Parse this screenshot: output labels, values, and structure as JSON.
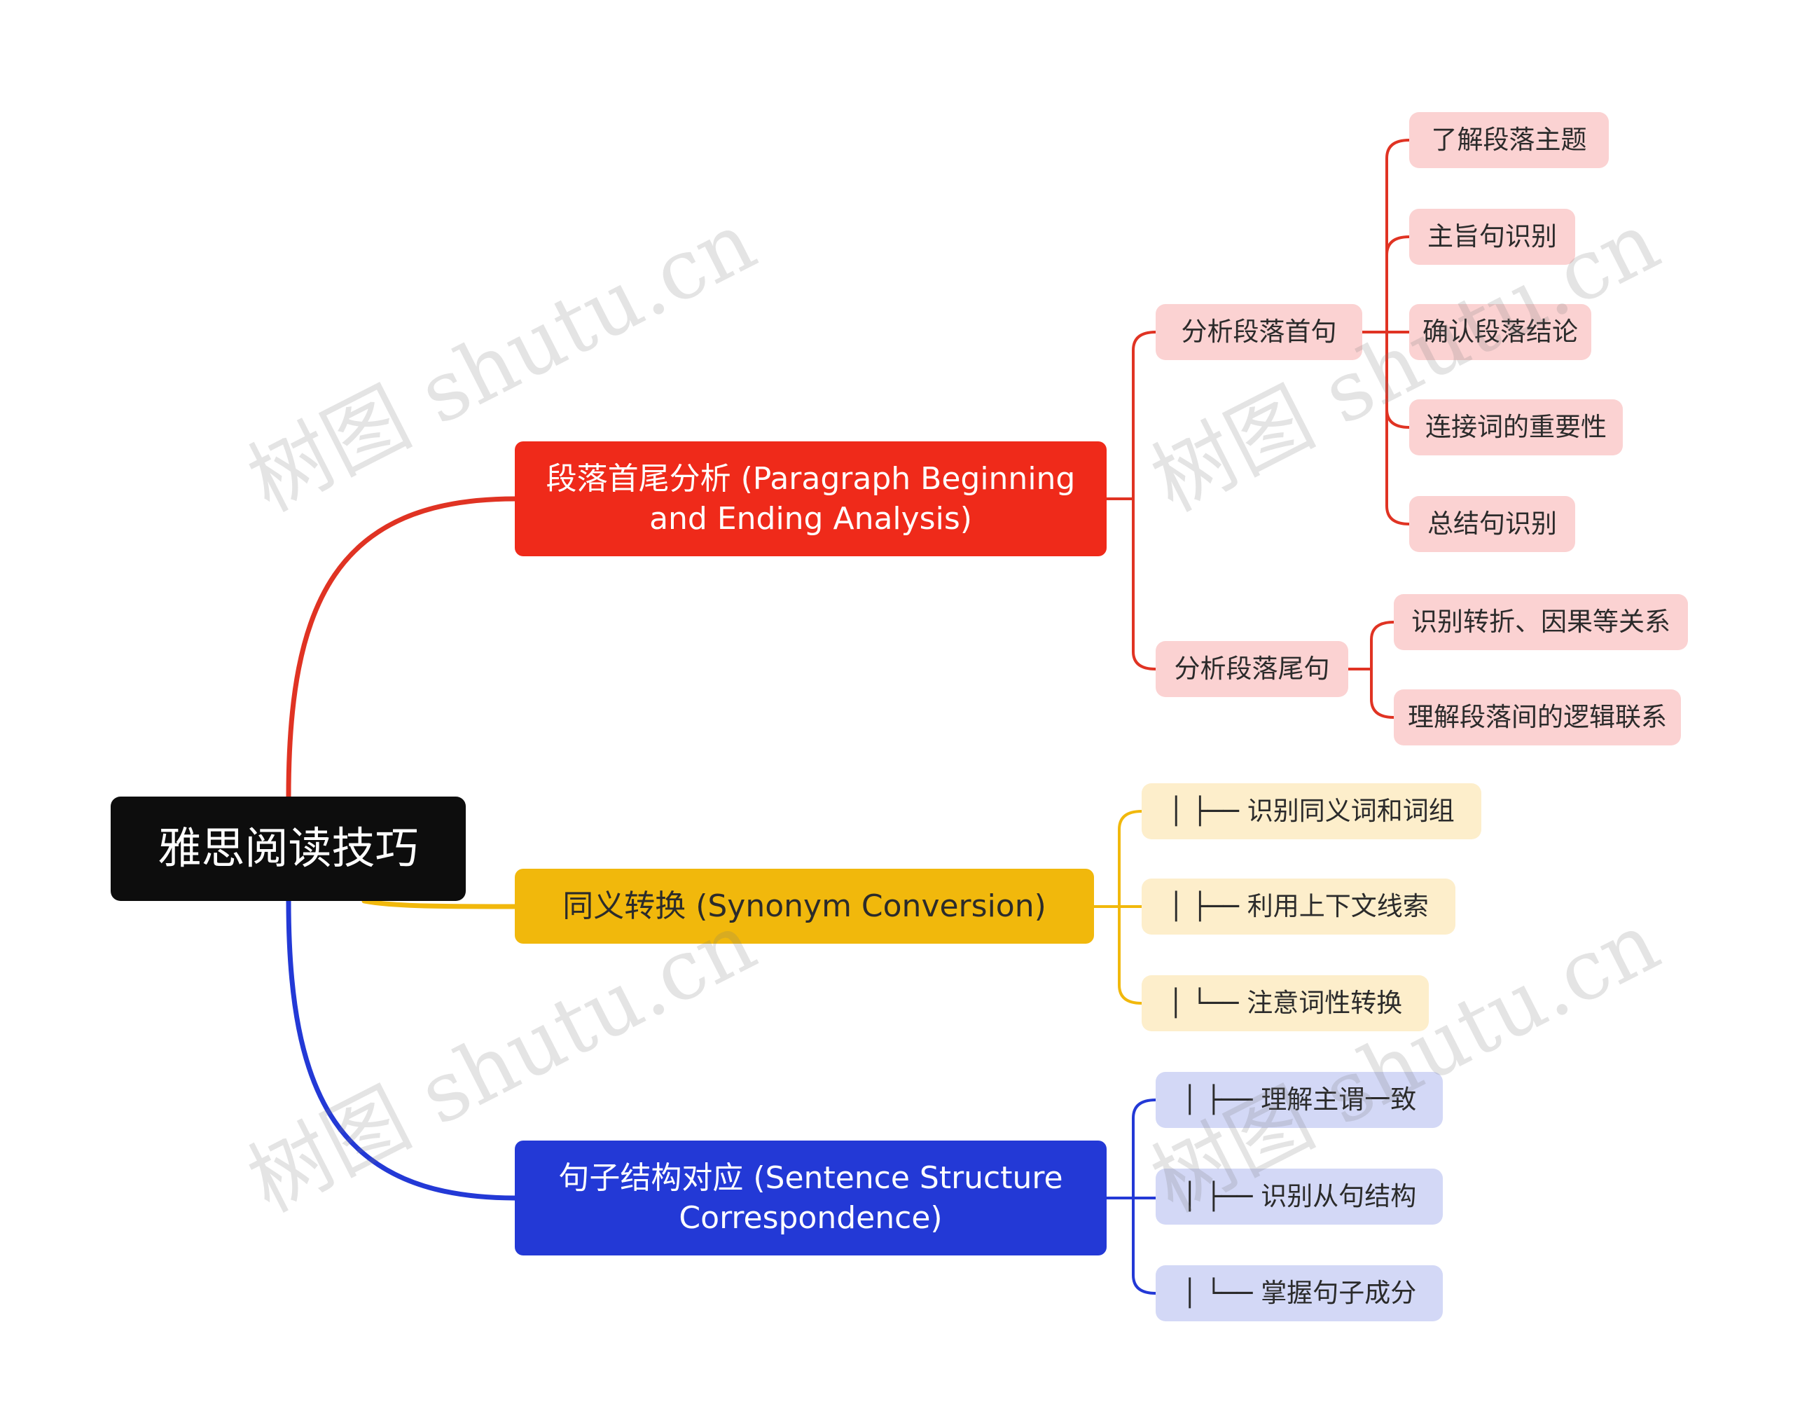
{
  "root": {
    "label": "雅思阅读技巧"
  },
  "branches": [
    {
      "label": "段落首尾分析 (Paragraph Beginning and Ending Analysis)",
      "color": "#ef2a1a",
      "children": [
        {
          "label": "分析段落首句",
          "children": [
            "了解段落主题",
            "主旨句识别",
            "确认段落结论",
            "连接词的重要性",
            "总结句识别"
          ]
        },
        {
          "label": "分析段落尾句",
          "children": [
            "识别转折、因果等关系",
            "理解段落间的逻辑联系"
          ]
        }
      ]
    },
    {
      "label": "同义转换 (Synonym Conversion)",
      "color": "#f1b80c",
      "children": [
        "│   ├── 识别同义词和词组",
        "│   ├── 利用上下文线索",
        "│   └── 注意词性转换"
      ]
    },
    {
      "label": "句子结构对应 (Sentence Structure Correspondence)",
      "color": "#2339d6",
      "children": [
        "│   ├── 理解主谓一致",
        "│   ├── 识别从句结构",
        "│   └── 掌握句子成分"
      ]
    }
  ],
  "watermark": "树图 shutu.cn"
}
